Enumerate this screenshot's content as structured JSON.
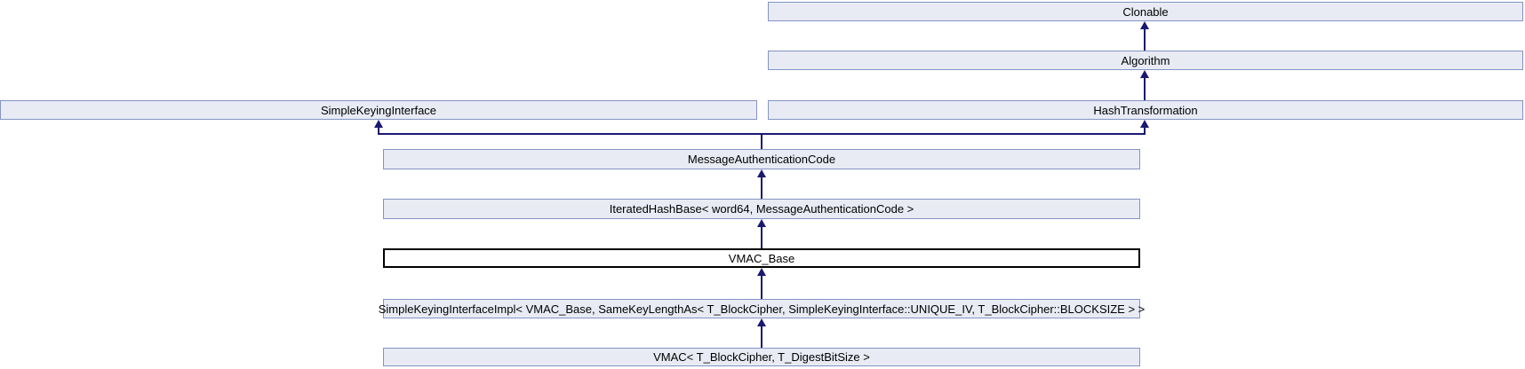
{
  "diagram": {
    "kind": "class-inheritance-graph",
    "current_class": "VMAC_Base",
    "nodes": {
      "clonable": {
        "label": "Clonable",
        "current": false
      },
      "algorithm": {
        "label": "Algorithm",
        "current": false
      },
      "simple_keying_interface": {
        "label": "SimpleKeyingInterface",
        "current": false
      },
      "hash_transformation": {
        "label": "HashTransformation",
        "current": false
      },
      "message_authentication_code": {
        "label": "MessageAuthenticationCode",
        "current": false
      },
      "iterated_hash_base": {
        "label": "IteratedHashBase< word64, MessageAuthenticationCode >",
        "current": false
      },
      "vmac_base": {
        "label": "VMAC_Base",
        "current": true
      },
      "simple_keying_interface_impl": {
        "label": "SimpleKeyingInterfaceImpl< VMAC_Base, SameKeyLengthAs< T_BlockCipher, SimpleKeyingInterface::UNIQUE_IV, T_BlockCipher::BLOCKSIZE > >",
        "current": false
      },
      "vmac": {
        "label": "VMAC< T_BlockCipher, T_DigestBitSize >",
        "current": false
      }
    },
    "edges": [
      {
        "derived": "algorithm",
        "base": "clonable"
      },
      {
        "derived": "hash_transformation",
        "base": "algorithm"
      },
      {
        "derived": "message_authentication_code",
        "base": "simple_keying_interface"
      },
      {
        "derived": "message_authentication_code",
        "base": "hash_transformation"
      },
      {
        "derived": "iterated_hash_base",
        "base": "message_authentication_code"
      },
      {
        "derived": "vmac_base",
        "base": "iterated_hash_base"
      },
      {
        "derived": "simple_keying_interface_impl",
        "base": "vmac_base"
      },
      {
        "derived": "vmac",
        "base": "simple_keying_interface_impl"
      }
    ],
    "colors": {
      "background": "#FFFFFF",
      "node_fill": "#E8EBF4",
      "node_border": "#8494C2",
      "current_node_fill": "#FFFFFF",
      "current_node_border": "#000000",
      "arrow": "#191970",
      "text": "#000000"
    }
  }
}
